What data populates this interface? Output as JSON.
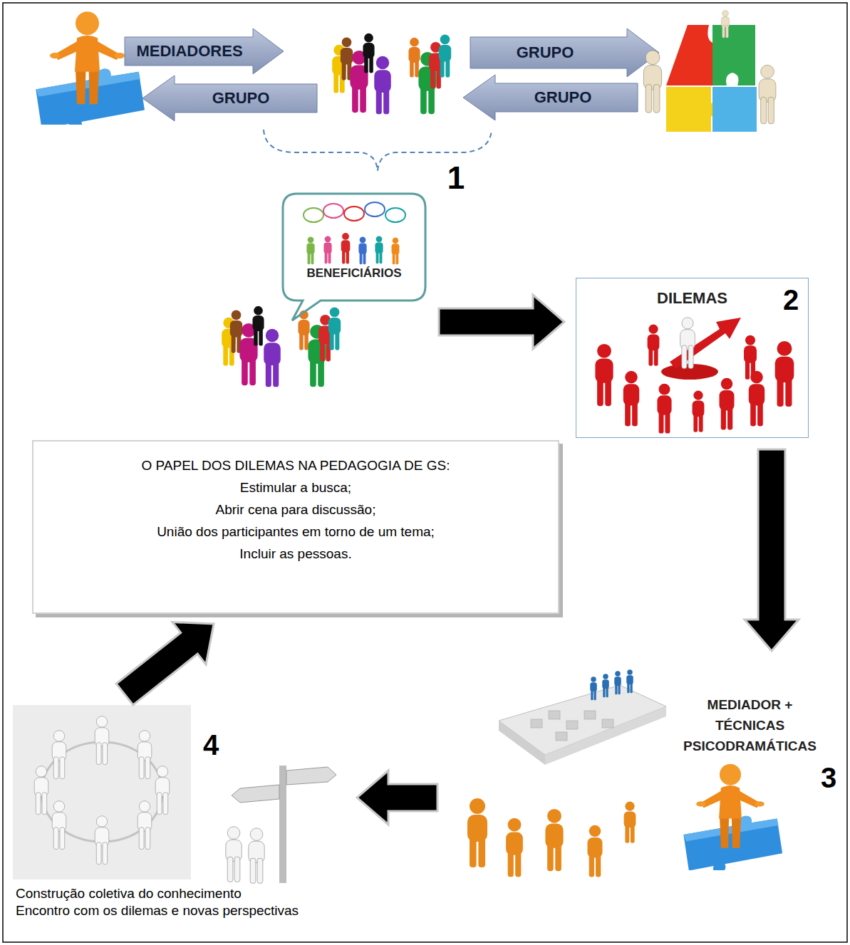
{
  "diagram": {
    "nodes": [
      {
        "text": [
          "BENEFICIÁRIOS"
        ]
      },
      {
        "text": [
          "DILEMAS"
        ]
      },
      {
        "text": [
          "MEDIADOR + TÉCNICAS PSICODRAMÁTICAS"
        ]
      },
      {
        "text": [
          "Construção coletiva do conhecimento",
          "Encontro com os dilemas e novas perspectivas"
        ]
      },
      {
        "text": [
          "O PAPEL DOS DILEMAS NA PEDAGOGIA DE GS:",
          "Estimular a busca;",
          "Abrir cena para discussão;",
          "União dos participantes em torno de um tema;",
          "Incluir as pessoas."
        ]
      }
    ],
    "edges": [
      {
        "from": 0,
        "to": 1,
        "arrow": "to"
      },
      {
        "from": 1,
        "to": 2,
        "arrow": "to"
      },
      {
        "from": 2,
        "to": 3,
        "arrow": "to"
      },
      {
        "from": 3,
        "to": 4,
        "arrow": "to"
      }
    ],
    "labels": [
      "MEDIADORES",
      "GRUPO",
      "GRUPO",
      "GRUPO",
      "1",
      "2",
      "3",
      "4"
    ]
  }
}
